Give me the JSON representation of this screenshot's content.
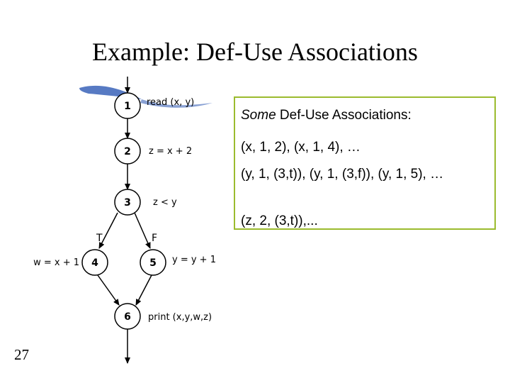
{
  "slide": {
    "title": "Example: Def-Use Associations",
    "page_number": "27"
  },
  "graph": {
    "nodes": [
      {
        "id": "1",
        "statement": "read (x, y)"
      },
      {
        "id": "2",
        "statement": "z = x + 2"
      },
      {
        "id": "3",
        "statement": "z < y"
      },
      {
        "id": "4",
        "statement": "w = x + 1"
      },
      {
        "id": "5",
        "statement": "y = y + 1"
      },
      {
        "id": "6",
        "statement": "print (x,y,w,z)"
      }
    ],
    "edges": [
      {
        "from": "entry",
        "to": "1"
      },
      {
        "from": "1",
        "to": "2"
      },
      {
        "from": "2",
        "to": "3"
      },
      {
        "from": "3",
        "to": "4",
        "label": "T"
      },
      {
        "from": "3",
        "to": "5",
        "label": "F"
      },
      {
        "from": "4",
        "to": "6"
      },
      {
        "from": "5",
        "to": "6"
      },
      {
        "from": "6",
        "to": "exit"
      }
    ]
  },
  "associations_box": {
    "heading_italic": "Some",
    "heading_rest": " Def-Use Associations:",
    "lines": [
      "(x, 1, 2), (x, 1, 4), …",
      "(y, 1, (3,t)), (y, 1, (3,f)), (y, 1, 5), …",
      "(z, 2, (3,t)),..."
    ]
  },
  "colors": {
    "box_border": "#9bbb2e",
    "brush_stroke": "#3a63b8"
  }
}
